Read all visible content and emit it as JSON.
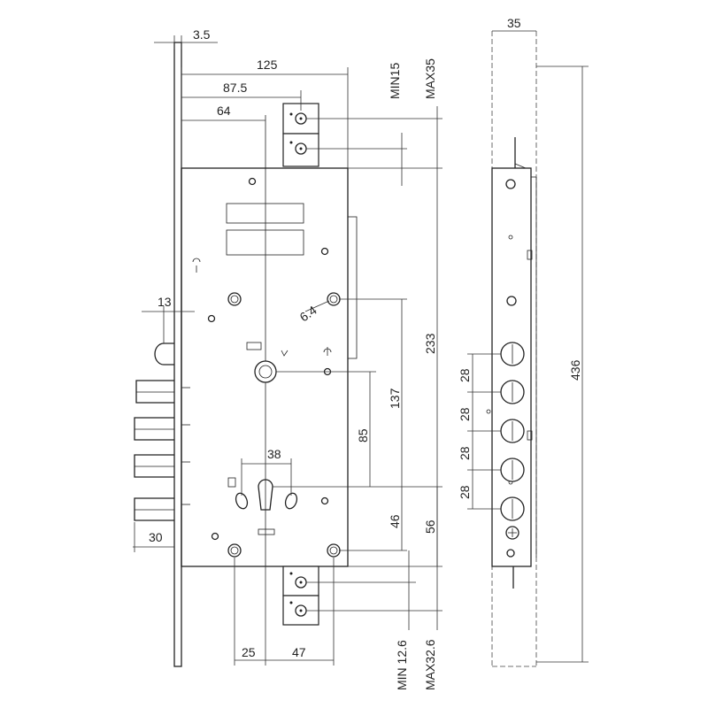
{
  "dimensions": {
    "faceplate_thickness": "3.5",
    "total_width": "125",
    "width_87_5": "87.5",
    "backset": "64",
    "strike_min": "MIN15",
    "strike_max": "MAX35",
    "side_width": "35",
    "bolt_throw": "13",
    "screw_dia": "6.4",
    "body_height": "233",
    "handle_to_cyl": "137",
    "handle_to_cyl_b": "85",
    "cyl_hole_spacing": "38",
    "total_height": "436",
    "bolt_pitch_1": "28",
    "bolt_pitch_2": "28",
    "bolt_pitch_3": "28",
    "bolt_pitch_4": "28",
    "bolt_projection": "30",
    "cyl_to_bottom_screw": "46",
    "cyl_to_bottom": "56",
    "bottom_x_25": "25",
    "bottom_x_47": "47",
    "latch_min": "MIN 12.6",
    "latch_max": "MAX32.6"
  }
}
